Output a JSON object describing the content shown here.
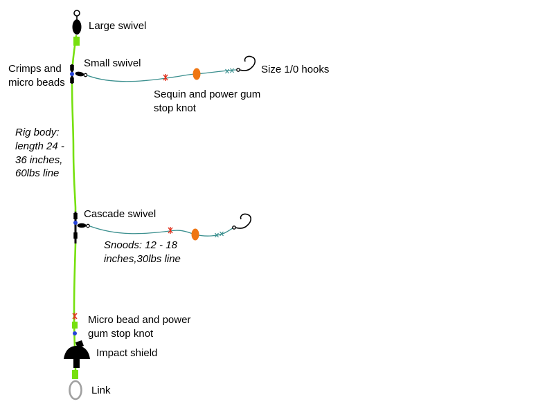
{
  "diagram": {
    "type": "fishing-rig-diagram",
    "labels": {
      "large_swivel": "Large swivel",
      "crimps_micro_beads": "Crimps and micro beads",
      "small_swivel": "Small swivel",
      "hooks": "Size 1/0 hooks",
      "sequin_stop_knot": "Sequin and power gum stop knot",
      "rig_body": "Rig body: length 24 - 36 inches, 60lbs line",
      "cascade_swivel": "Cascade swivel",
      "snoods": "Snoods: 12 - 18 inches,30lbs line",
      "micro_bead_stop_knot": "Micro bead and power gum stop knot",
      "impact_shield": "Impact shield",
      "link": "Link"
    },
    "colors": {
      "rig_body_line": "#76e00e",
      "snood_line": "#3a8f8e",
      "stop_knot": "#e0301c",
      "micro_bead": "#2543d8",
      "sequin_bead": "#ef7612",
      "hardware": "#000000",
      "link_outline": "#a0a0a0",
      "background": "#ffffff"
    }
  }
}
